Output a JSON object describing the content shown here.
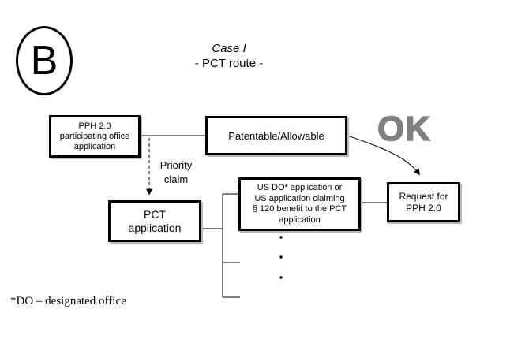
{
  "diagram": {
    "badge_label": "B",
    "title": {
      "line1": "Case I",
      "line2": "- PCT route -"
    },
    "ok_label": "OK",
    "ok_color": "#7f7f7f",
    "line_color": "#000000",
    "priority_label": {
      "line1": "Priority",
      "line2": "claim"
    },
    "boxes": {
      "pph": {
        "lines": [
          "PPH 2.0",
          "participating office",
          "application"
        ]
      },
      "patentable": {
        "label": "Patentable/Allowable"
      },
      "pct": {
        "lines": [
          "PCT",
          "application"
        ]
      },
      "usdo": {
        "lines": [
          "US DO* application or",
          "US application claiming",
          "§ 120 benefit to the PCT",
          "application"
        ]
      },
      "request": {
        "lines": [
          "Request for",
          "PPH 2.0"
        ]
      }
    },
    "footnote": "*DO – designated office"
  }
}
